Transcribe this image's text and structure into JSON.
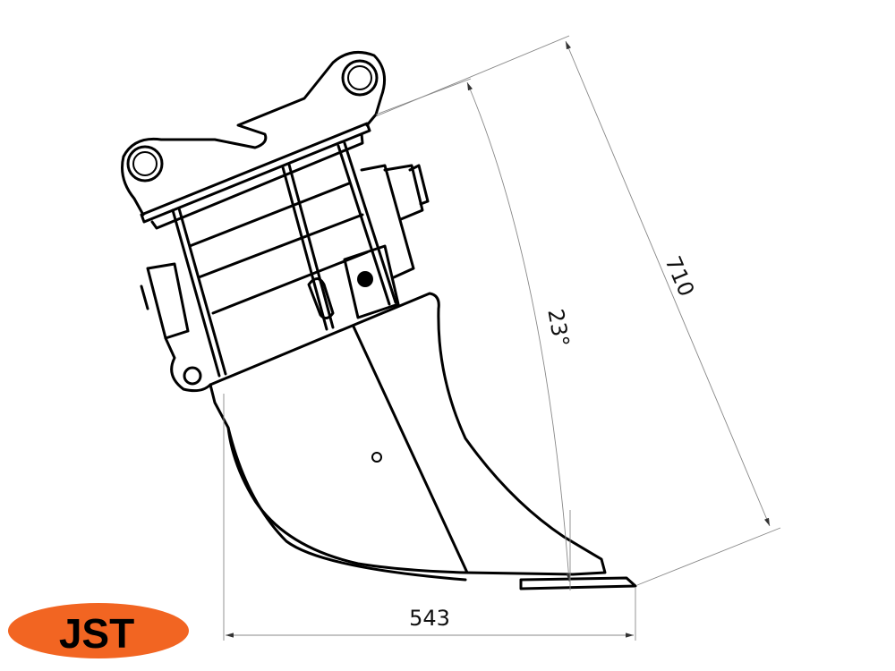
{
  "drawing": {
    "dimensions": {
      "width": "543",
      "height": "710",
      "angle": "23°"
    },
    "logo": {
      "text": "JST",
      "color": "#f26522"
    }
  }
}
